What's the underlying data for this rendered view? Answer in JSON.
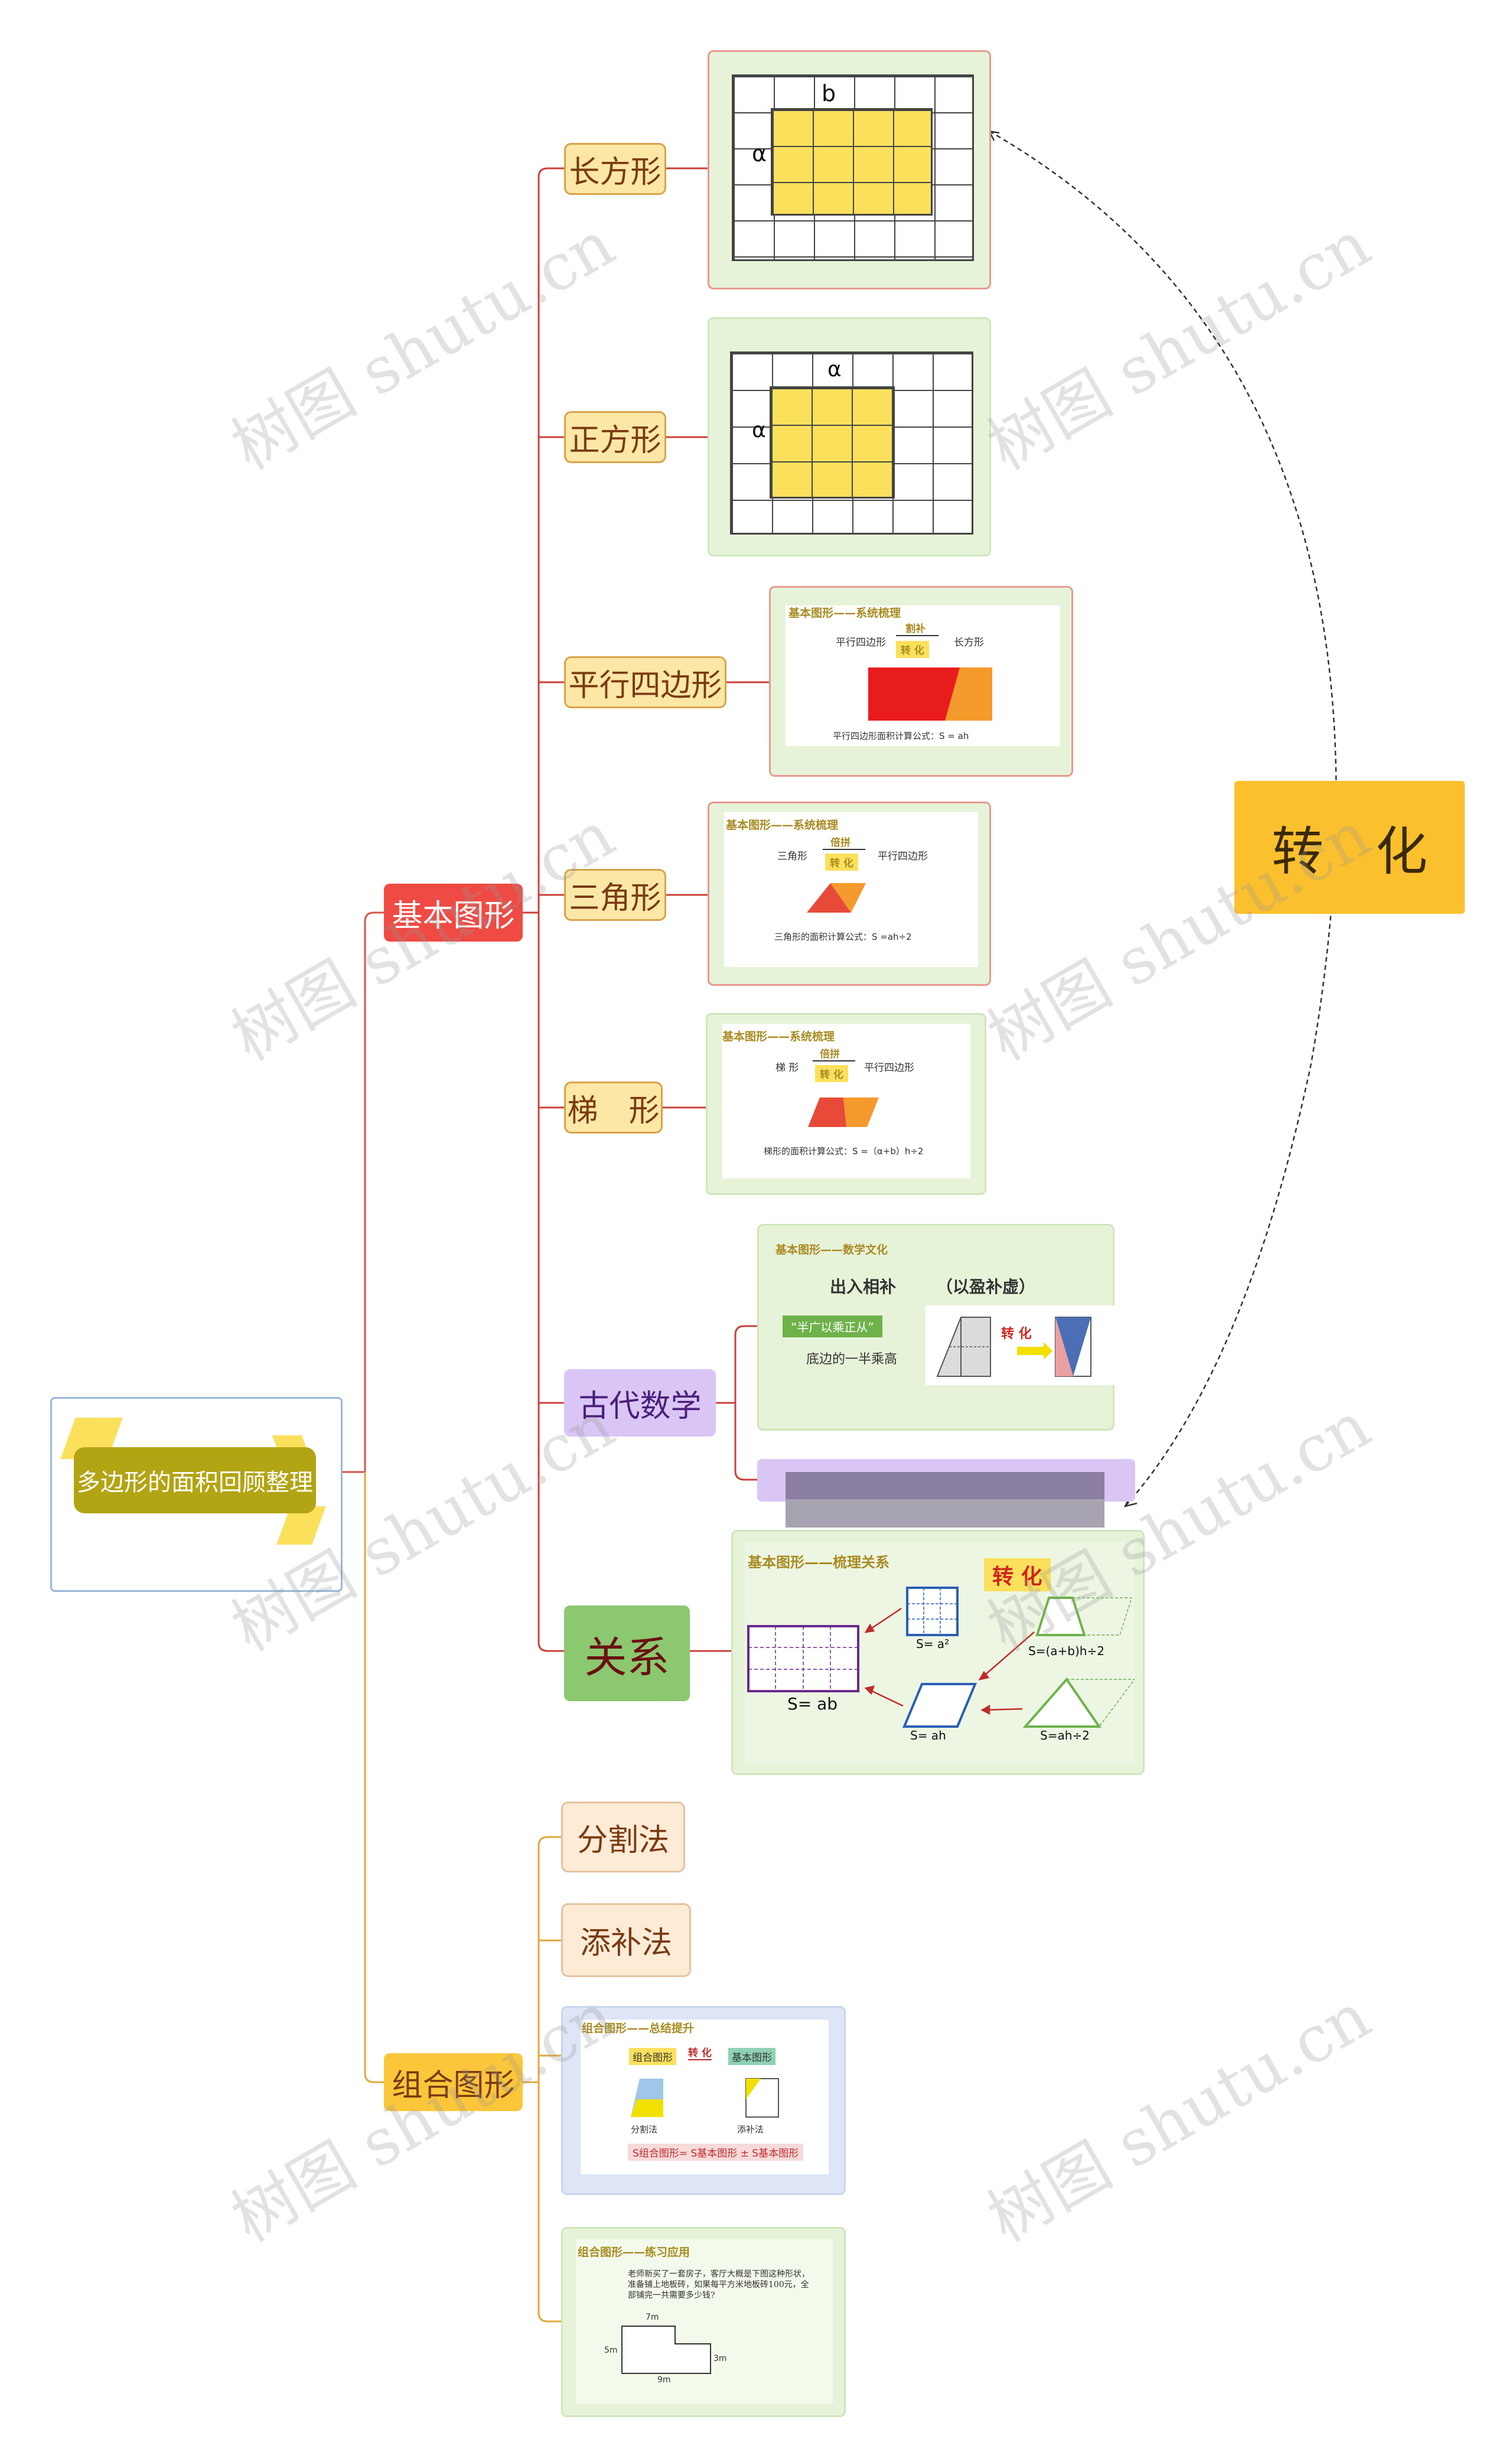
{
  "root": {
    "label": "多边形的面积回顾整理"
  },
  "branches": {
    "basic": "基本图形",
    "composite": "组合图形"
  },
  "basic_children": {
    "rect": "长方形",
    "square": "正方形",
    "parallelogram": "平行四边形",
    "triangle": "三角形",
    "trapezoid": "梯　形",
    "ancient": "古代数学",
    "relation": "关系"
  },
  "composite_children": {
    "split": "分割法",
    "fill": "添补法"
  },
  "transform": {
    "label": "转　化"
  },
  "rect_card": {
    "b": "b",
    "a": "α"
  },
  "square_card": {
    "a_top": "α",
    "a_left": "α"
  },
  "para_card": {
    "title": "基本图形——系统梳理",
    "from": "平行四边形",
    "top": "割补",
    "mid": "转 化",
    "to": "长方形",
    "formula": "平行四边形面积计算公式：S = ah"
  },
  "tri_card": {
    "title": "基本图形——系统梳理",
    "from": "三角形",
    "top": "倍拼",
    "mid": "转 化",
    "to": "平行四边形",
    "formula": "三角形的面积计算公式：S =ah÷2"
  },
  "trap_card": {
    "title": "基本图形——系统梳理",
    "from": "梯 形",
    "top": "倍拼",
    "mid": "转 化",
    "to": "平行四边形",
    "formula": "梯形的面积计算公式：S =（α+b）h÷2"
  },
  "ancient_card": {
    "title": "基本图形——数学文化",
    "heading1": "出入相补",
    "heading2": "（以盈补虚）",
    "quote": "“半广以乘正从”",
    "desc": "底边的一半乘高",
    "arrow": "转 化"
  },
  "relation_card": {
    "title": "基本图形——梳理关系",
    "badge": "转 化",
    "f_rect": "S= ab",
    "f_square": "S= a²",
    "f_para": "S= ah",
    "f_trap": "S=(a+b)h÷2",
    "f_tri": "S=ah÷2"
  },
  "summary_card": {
    "title": "组合图形——总结提升",
    "left": "组合图形",
    "mid": "转 化",
    "right": "基本图形",
    "method1": "分割法",
    "method2": "添补法",
    "formula": "S组合图形= S基本图形 ± S基本图形"
  },
  "practice_card": {
    "title": "组合图形——练习应用",
    "text": "老师新买了一套房子，客厅大概是下图这种形状，准备铺上地板砖，如果每平方米地板砖100元，全部铺完一共需要多少钱?",
    "d1": "7m",
    "d2": "5m",
    "d3": "3m",
    "d4": "9m"
  },
  "watermark": "树图 shutu.cn",
  "colors": {
    "basic_branch": "#ef4a43",
    "composite_branch": "#fbc63a",
    "transform": "#fbc02d",
    "relation": "#8bc870",
    "ancient": "#d9c6f5",
    "gold": "#fbe05c"
  }
}
